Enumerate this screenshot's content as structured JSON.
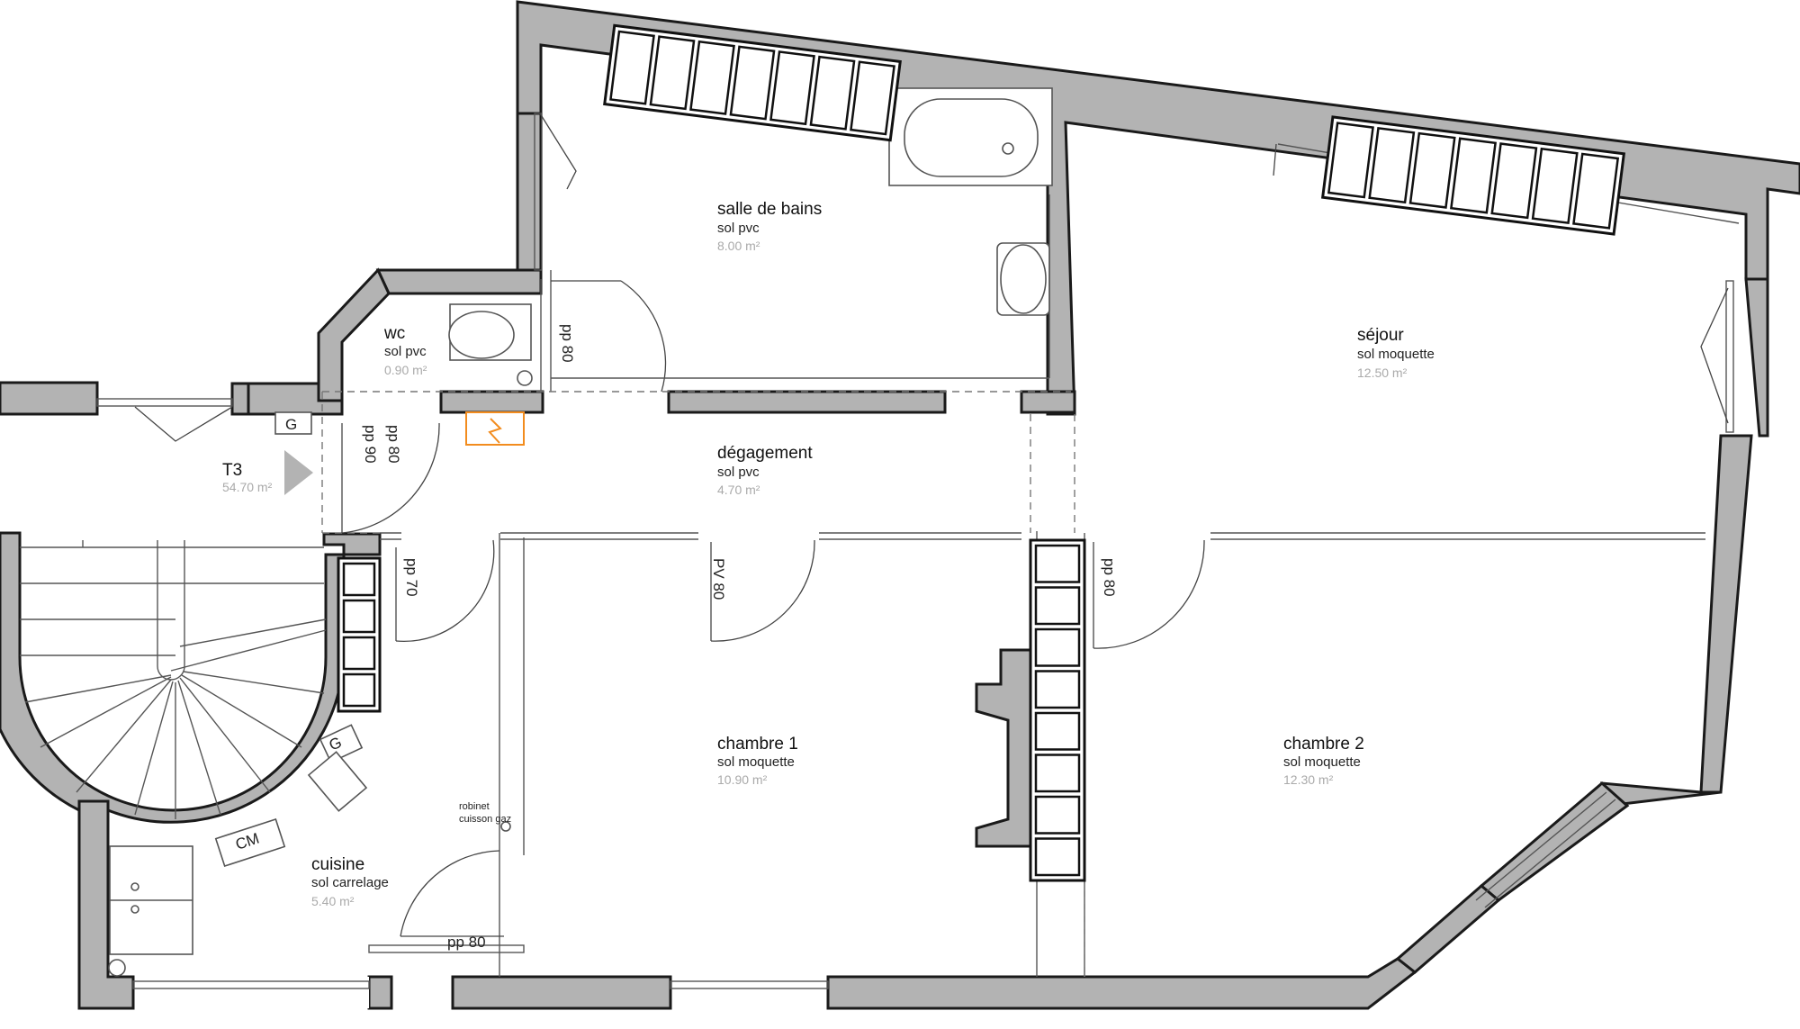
{
  "plan": {
    "apartment": {
      "name": "T3",
      "area": "54.70 m²"
    },
    "rooms": {
      "salle_de_bains": {
        "name": "salle de bains",
        "floor": "sol pvc",
        "area": "8.00 m²"
      },
      "wc": {
        "name": "wc",
        "floor": "sol pvc",
        "area": "0.90 m²"
      },
      "sejour": {
        "name": "séjour",
        "floor": "sol moquette",
        "area": "12.50 m²"
      },
      "degagement": {
        "name": "dégagement",
        "floor": "sol pvc",
        "area": "4.70 m²"
      },
      "chambre1": {
        "name": "chambre 1",
        "floor": "sol moquette",
        "area": "10.90 m²"
      },
      "chambre2": {
        "name": "chambre 2",
        "floor": "sol moquette",
        "area": "12.30 m²"
      },
      "cuisine": {
        "name": "cuisine",
        "floor": "sol carrelage",
        "area": "5.40 m²"
      }
    },
    "doors": {
      "wc": "pp 80",
      "entree_a": "pp 90",
      "entree_b": "pp 80",
      "cuisine_top": "pp 70",
      "chambre1": "PV 80",
      "chambre2": "pp 80",
      "cuisine_bottom": "pp 80"
    },
    "labels": {
      "gas_meter": "G",
      "boiler": "G",
      "washing_machine": "CM",
      "gas_tap_line1": "robinet",
      "gas_tap_line2": "cuisson gaz"
    },
    "colors": {
      "wall": "#b3b3b3",
      "electric_panel": "#f28c1e",
      "area_text": "#aaaaaa"
    },
    "icons": [
      "electric-panel-icon",
      "entrance-arrow-icon"
    ]
  }
}
